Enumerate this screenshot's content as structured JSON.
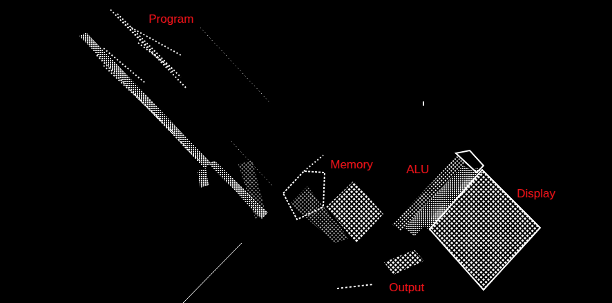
{
  "diagram": {
    "labels": [
      "Program",
      "Memory",
      "ALU",
      "Display",
      "Output"
    ]
  }
}
